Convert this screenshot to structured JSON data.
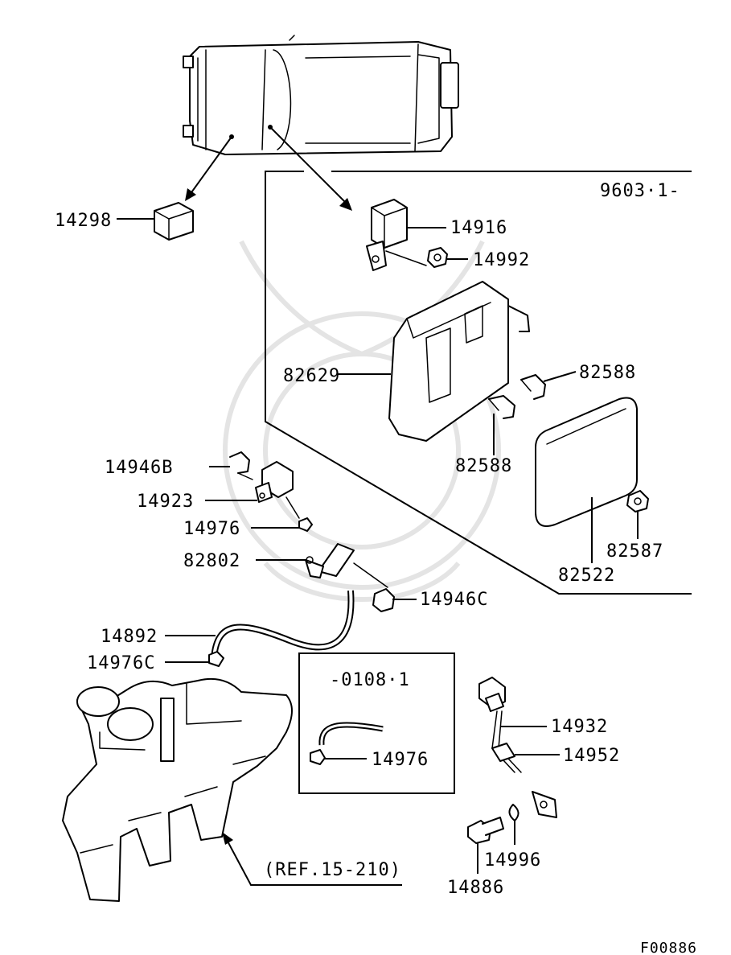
{
  "sheet_code": "F00886",
  "date_ranges": {
    "upper_box": "9603·1-",
    "inset_box": "-0108·1"
  },
  "reference": "(REF.15-210)",
  "parts": [
    {
      "id": "p14298",
      "number": "14298"
    },
    {
      "id": "p14916",
      "number": "14916"
    },
    {
      "id": "p14992",
      "number": "14992"
    },
    {
      "id": "p82629",
      "number": "82629"
    },
    {
      "id": "p82588a",
      "number": "82588"
    },
    {
      "id": "p82588b",
      "number": "82588"
    },
    {
      "id": "p82522",
      "number": "82522"
    },
    {
      "id": "p82587",
      "number": "82587"
    },
    {
      "id": "p14946B",
      "number": "14946B"
    },
    {
      "id": "p14923",
      "number": "14923"
    },
    {
      "id": "p14976",
      "number": "14976"
    },
    {
      "id": "p82802",
      "number": "82802"
    },
    {
      "id": "p14946C",
      "number": "14946C"
    },
    {
      "id": "p14892",
      "number": "14892"
    },
    {
      "id": "p14976C",
      "number": "14976C"
    },
    {
      "id": "p14976i",
      "number": "14976"
    },
    {
      "id": "p14932",
      "number": "14932"
    },
    {
      "id": "p14952",
      "number": "14952"
    },
    {
      "id": "p14996",
      "number": "14996"
    },
    {
      "id": "p14886",
      "number": "14886"
    }
  ]
}
